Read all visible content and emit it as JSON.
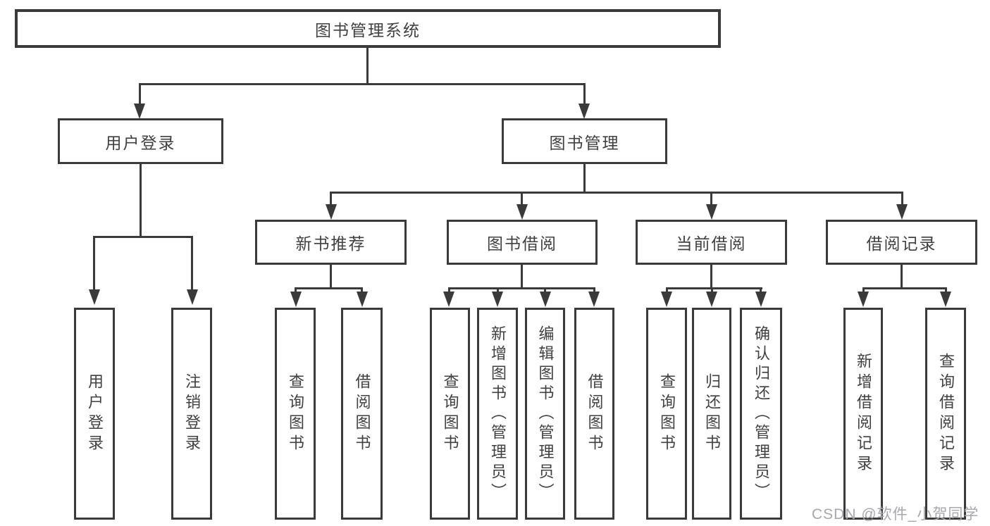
{
  "diagram_type": "hierarchy-tree",
  "colors": {
    "line": "#3a3a3a",
    "text": "#404040",
    "box_background": "#ffffff",
    "page_background": "#ffffff",
    "watermark": "#a7a7ac"
  },
  "watermark": {
    "text": "CSDN @软件_小贺同学"
  },
  "tree": {
    "root": {
      "label": "图书管理系统"
    },
    "branches": [
      {
        "label": "用户登录",
        "children": [
          {
            "label": "用户登录"
          },
          {
            "label": "注销登录"
          }
        ]
      },
      {
        "label": "图书管理",
        "children": [
          {
            "label": "新书推荐",
            "children": [
              {
                "label": "查询图书"
              },
              {
                "label": "借阅图书"
              }
            ]
          },
          {
            "label": "图书借阅",
            "children": [
              {
                "label": "查询图书"
              },
              {
                "label": "新增图书（管理员）"
              },
              {
                "label": "编辑图书（管理员）"
              },
              {
                "label": "借阅图书"
              }
            ]
          },
          {
            "label": "当前借阅",
            "children": [
              {
                "label": "查询图书"
              },
              {
                "label": "归还图书"
              },
              {
                "label": "确认归还（管理员）"
              }
            ]
          },
          {
            "label": "借阅记录",
            "children": [
              {
                "label": "新增借阅记录"
              },
              {
                "label": "查询借阅记录"
              }
            ]
          }
        ]
      }
    ]
  }
}
